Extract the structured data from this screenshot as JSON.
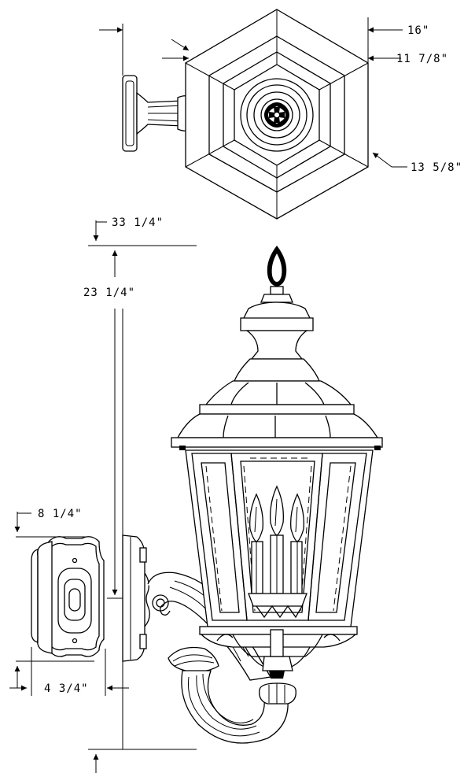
{
  "dimensions": {
    "top_width": "16\"",
    "top_inner": "11 7/8\"",
    "top_diagonal": "13 5/8\"",
    "total_height": "33 1/4\"",
    "center_height": "23 1/4\"",
    "backplate_height": "8 1/4\"",
    "backplate_width": "4 3/4\""
  },
  "colors": {
    "line": "#000000",
    "background": "#ffffff"
  }
}
